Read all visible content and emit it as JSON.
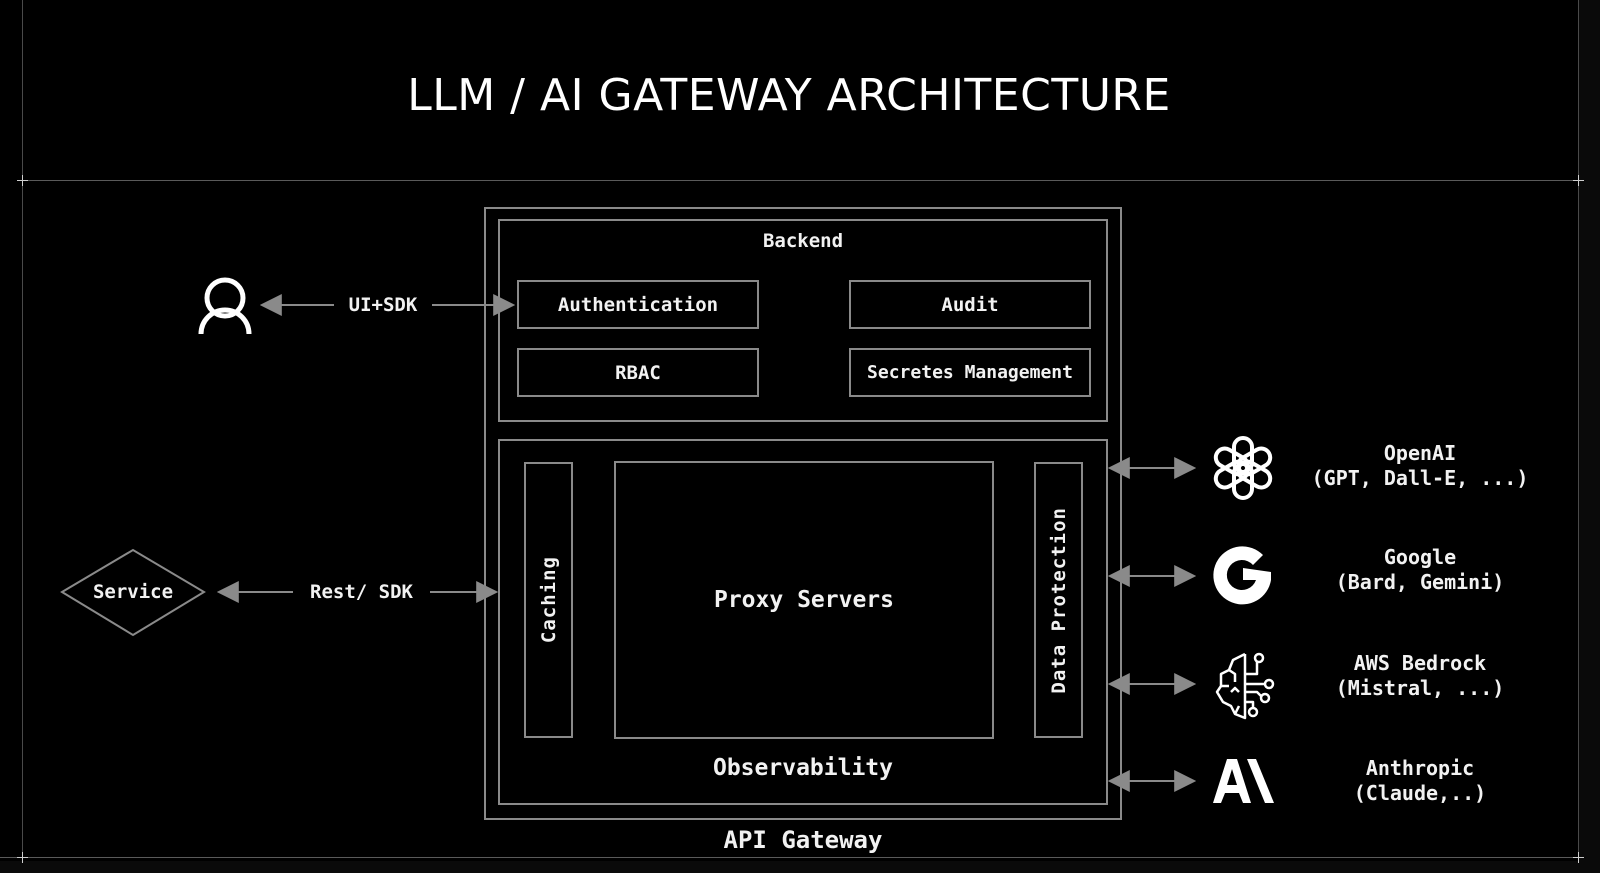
{
  "title": "LLM / AI GATEWAY ARCHITECTURE",
  "colors": {
    "background": "#000000",
    "stroke": "#8a8a8a",
    "text": "#ffffff",
    "arrow": "#8a8a8a"
  },
  "clients": {
    "user": {
      "icon": "user-icon",
      "connection_label": "UI+SDK"
    },
    "service": {
      "label": "Service",
      "connection_label": "Rest/ SDK"
    }
  },
  "gateway": {
    "label": "API Gateway",
    "backend": {
      "label": "Backend",
      "modules": [
        "Authentication",
        "Audit",
        "RBAC",
        "Secretes Management"
      ]
    },
    "runtime": {
      "caching": "Caching",
      "proxy": "Proxy Servers",
      "data_protection": "Data Protection",
      "observability": "Observability"
    }
  },
  "providers": [
    {
      "icon": "openai-logo-icon",
      "name": "OpenAI",
      "models": "(GPT, Dall-E, ...)"
    },
    {
      "icon": "google-logo-icon",
      "name": "Google",
      "models": "(Bard, Gemini)"
    },
    {
      "icon": "aws-bedrock-brain-icon",
      "name": "AWS Bedrock",
      "models": "(Mistral, ...)"
    },
    {
      "icon": "anthropic-logo-icon",
      "name": "Anthropic",
      "models": "(Claude,..)"
    }
  ]
}
